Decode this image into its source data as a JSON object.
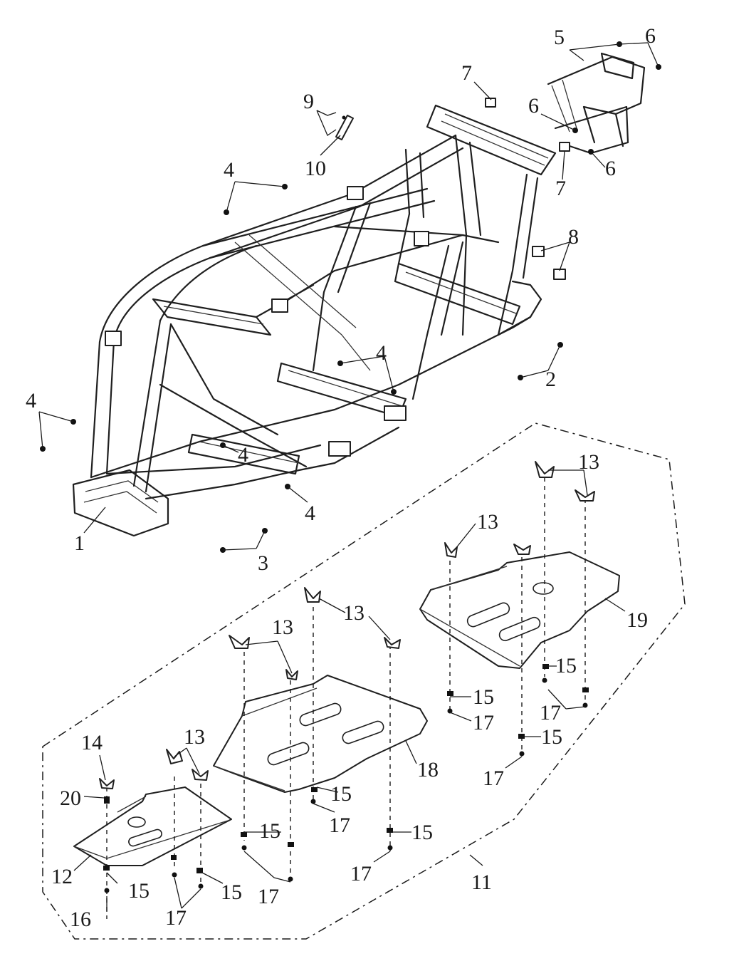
{
  "diagram": {
    "callouts": [
      {
        "id": "c1",
        "text": "1"
      },
      {
        "id": "c2",
        "text": "2"
      },
      {
        "id": "c3",
        "text": "3"
      },
      {
        "id": "c4a",
        "text": "4"
      },
      {
        "id": "c4b",
        "text": "4"
      },
      {
        "id": "c4c",
        "text": "4"
      },
      {
        "id": "c4d",
        "text": "4"
      },
      {
        "id": "c4e",
        "text": "4"
      },
      {
        "id": "c5",
        "text": "5"
      },
      {
        "id": "c6a",
        "text": "6"
      },
      {
        "id": "c6b",
        "text": "6"
      },
      {
        "id": "c6c",
        "text": "6"
      },
      {
        "id": "c7a",
        "text": "7"
      },
      {
        "id": "c7b",
        "text": "7"
      },
      {
        "id": "c8",
        "text": "8"
      },
      {
        "id": "c9",
        "text": "9"
      },
      {
        "id": "c10",
        "text": "10"
      },
      {
        "id": "c11",
        "text": "11"
      },
      {
        "id": "c12",
        "text": "12"
      },
      {
        "id": "c13a",
        "text": "13"
      },
      {
        "id": "c13b",
        "text": "13"
      },
      {
        "id": "c13c",
        "text": "13"
      },
      {
        "id": "c13d",
        "text": "13"
      },
      {
        "id": "c13e",
        "text": "13"
      },
      {
        "id": "c14",
        "text": "14"
      },
      {
        "id": "c15a",
        "text": "15"
      },
      {
        "id": "c15b",
        "text": "15"
      },
      {
        "id": "c15c",
        "text": "15"
      },
      {
        "id": "c15d",
        "text": "15"
      },
      {
        "id": "c15e",
        "text": "15"
      },
      {
        "id": "c15f",
        "text": "15"
      },
      {
        "id": "c15g",
        "text": "15"
      },
      {
        "id": "c15h",
        "text": "15"
      },
      {
        "id": "c16",
        "text": "16"
      },
      {
        "id": "c17a",
        "text": "17"
      },
      {
        "id": "c17b",
        "text": "17"
      },
      {
        "id": "c17c",
        "text": "17"
      },
      {
        "id": "c17d",
        "text": "17"
      },
      {
        "id": "c17e",
        "text": "17"
      },
      {
        "id": "c17f",
        "text": "17"
      },
      {
        "id": "c17g",
        "text": "17"
      },
      {
        "id": "c18",
        "text": "18"
      },
      {
        "id": "c19",
        "text": "19"
      },
      {
        "id": "c20",
        "text": "20"
      }
    ]
  }
}
